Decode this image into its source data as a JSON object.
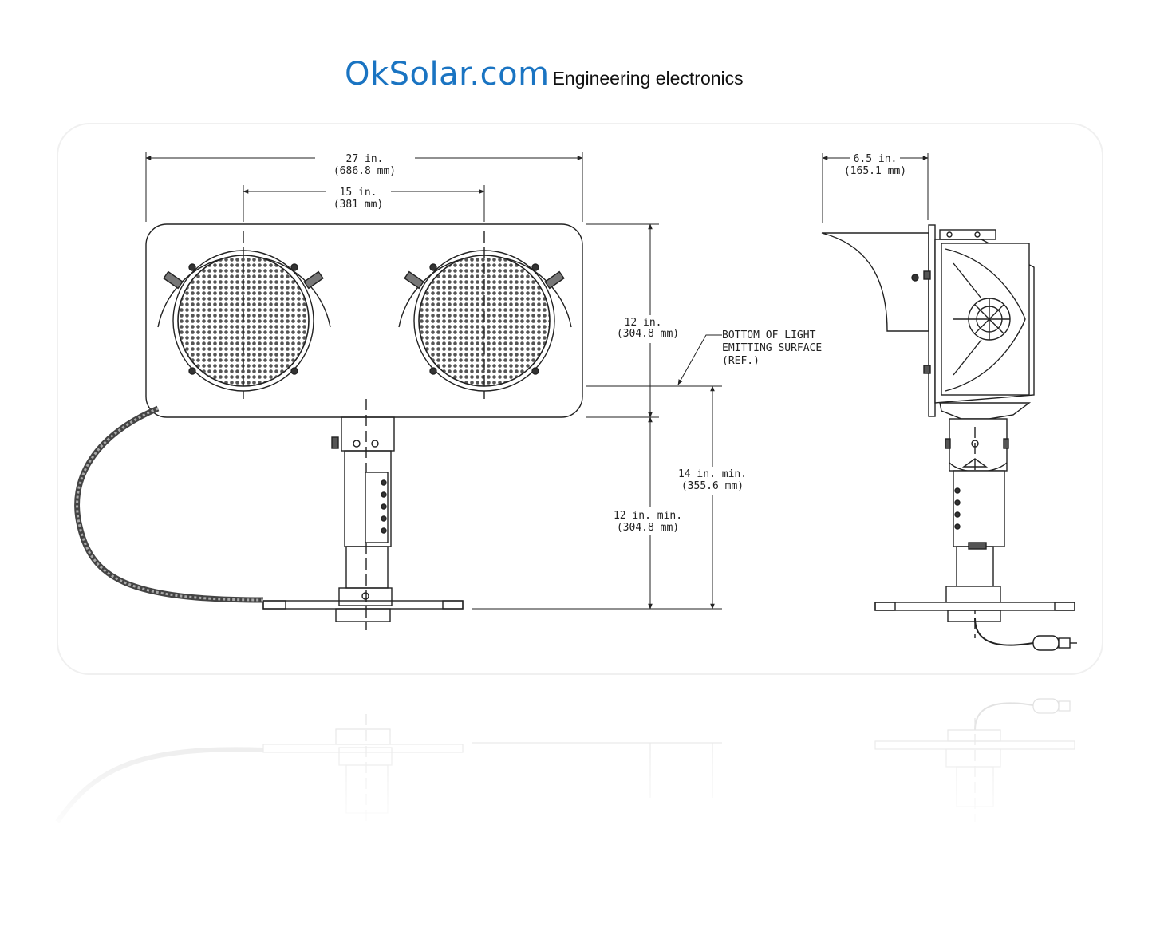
{
  "header": {
    "brand": "OkSolar.com",
    "tagline": "Engineering electronics"
  },
  "colors": {
    "brand": "#1a74c2",
    "line": "#222222",
    "background": "#ffffff"
  },
  "dimensions": {
    "overall_width": {
      "imperial": "27 in.",
      "metric": "(686.8 mm)"
    },
    "lens_spacing": {
      "imperial": "15 in.",
      "metric": "(381 mm)"
    },
    "head_height": {
      "imperial": "12 in.",
      "metric": "(304.8 mm)"
    },
    "depth": {
      "imperial": "6.5 in.",
      "metric": "(165.1 mm)"
    },
    "min_height_to_light": {
      "imperial": "14 in. min.",
      "metric": "(355.6 mm)"
    },
    "min_height_to_head": {
      "imperial": "12 in. min.",
      "metric": "(304.8 mm)"
    }
  },
  "callout": {
    "line1": "BOTTOM OF LIGHT",
    "line2": "EMITTING SURFACE",
    "line3": "(REF.)"
  }
}
